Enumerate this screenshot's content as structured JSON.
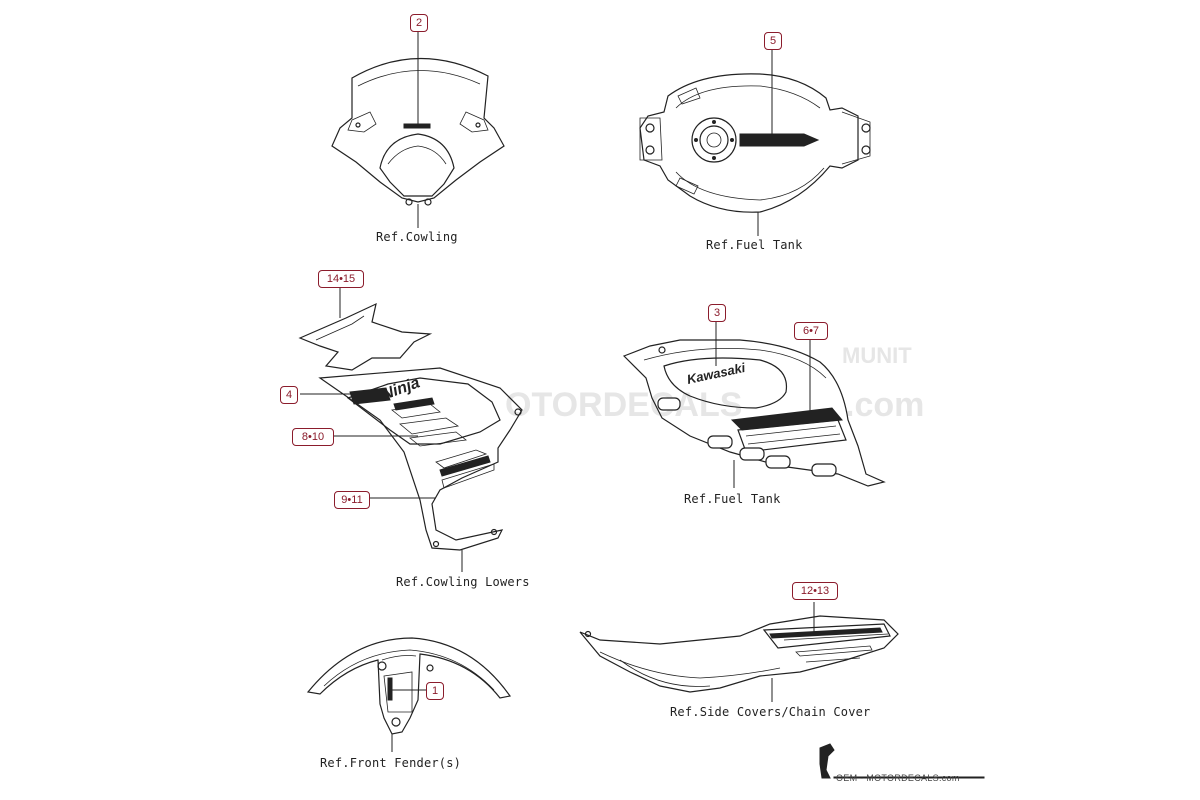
{
  "references": {
    "cowling": "Ref.Cowling",
    "fuel_tank_top": "Ref.Fuel Tank",
    "cowling_lowers": "Ref.Cowling Lowers",
    "fuel_tank_side": "Ref.Fuel Tank",
    "side_covers": "Ref.Side Covers/Chain Cover",
    "front_fender": "Ref.Front Fender(s)"
  },
  "callouts": {
    "c2": "2",
    "c5": "5",
    "c14_15": "14•15",
    "c3": "3",
    "c6_7": "6•7",
    "c4": "4",
    "c8_10": "8•10",
    "c9_11": "9•11",
    "c12_13": "12•13",
    "c1": "1"
  },
  "decal_text": {
    "kawasaki": "Kawasaki",
    "ninja": "Ninja"
  },
  "watermark": {
    "main": "OTORDECALS",
    "suffix": ".com",
    "tag": "MUNIT"
  },
  "footer": {
    "credit": "OEM - MOTORDECALS.com"
  },
  "colors": {
    "callout_border": "#8b1c2c",
    "line": "#222222",
    "watermark": "#e6e6e6"
  }
}
